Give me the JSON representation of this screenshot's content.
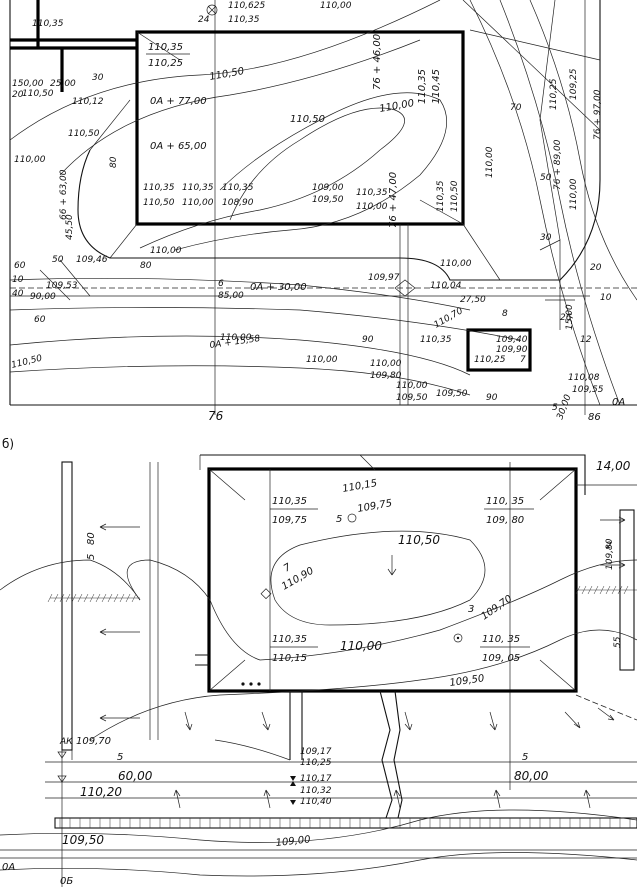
{
  "plan_a": {
    "elevations_top": [
      "110,625",
      "110,35",
      "24",
      "110,00"
    ],
    "building_corner": [
      "110,35",
      "110,25"
    ],
    "building_right": [
      "110,35",
      "110,45"
    ],
    "interior": [
      "110,50",
      "110,50",
      "110,00"
    ],
    "axis_labels": [
      "0А + 77,00",
      "0А + 65,00",
      "76 + 46,00",
      "76 + 47,00",
      "0А + 30,00",
      "0А + 15,58"
    ],
    "low_marks": [
      [
        "110,35",
        "110,50"
      ],
      [
        "110,35",
        "110,00"
      ],
      [
        "110,35",
        "108,90"
      ],
      [
        "109,00",
        "109,50"
      ],
      [
        "110,35",
        "110,00"
      ],
      [
        "110,35",
        "110,50"
      ],
      [
        "110,00"
      ]
    ],
    "left_marks": [
      "110,35",
      "110,50",
      "110,12",
      "150,00",
      "25,00",
      "30",
      "20",
      "110,00",
      "66 + 63,00",
      "110,50",
      "90,00",
      "109,53",
      "109,46",
      "45,50",
      "10",
      "40",
      "60",
      "80",
      "60",
      "50",
      "80"
    ],
    "bottom_marks": [
      "110,00",
      "110,00",
      "110,35",
      "110,00",
      "109,80",
      "110,00",
      "109,50",
      "109,50",
      "90",
      "109,97",
      "110,04",
      "27,50",
      "110,70",
      "110,00",
      "109,40",
      "109,90",
      "110,25",
      "7",
      "110,08",
      "109,55",
      "85,00",
      "110,00",
      "6",
      "8",
      "90",
      "110,50"
    ],
    "right_marks": [
      "110,25",
      "109,25",
      "76 + 97,00",
      "76 + 89,00",
      "110,00",
      "30",
      "50",
      "70",
      "10",
      "15,00",
      "26",
      "12",
      "5",
      "20",
      "30,00",
      "86"
    ],
    "axis_bottom": [
      "76",
      "0А",
      "86"
    ]
  },
  "section_b_label": "б)",
  "plan_b": {
    "corner_tl": [
      "110,35",
      "109,75"
    ],
    "point5": {
      "num": "5",
      "a": "110,15",
      "b": "109,75"
    },
    "corner_tr": [
      "110, 35",
      "109, 80"
    ],
    "center": "110,50",
    "point7": {
      "num": "7",
      "a": "110,90"
    },
    "point3": {
      "num": "3",
      "a": "109,70"
    },
    "corner_bl": [
      "110,35",
      "110,15"
    ],
    "corner_br": [
      "110, 35",
      "109, 05"
    ],
    "contour_110": "110,00",
    "contour_109_50": "109,50",
    "top_right_dim": "14,00",
    "right_vert": [
      "109,80",
      "55"
    ],
    "right_num2": "2",
    "left_dim": [
      "5",
      "80"
    ],
    "ak": "АК",
    "ak_val": "109,70",
    "dim_left": {
      "n": "5",
      "v": "60,00"
    },
    "dim_right": {
      "n": "5",
      "v": "80,00"
    },
    "stair_marks": [
      "109,17",
      "110,25",
      "110,17",
      "110,32",
      "110,40"
    ],
    "left_bottom": [
      "110,20",
      "109,50"
    ],
    "road": "109,00",
    "axis_0a": "0А",
    "axis_0b": "0Б"
  }
}
